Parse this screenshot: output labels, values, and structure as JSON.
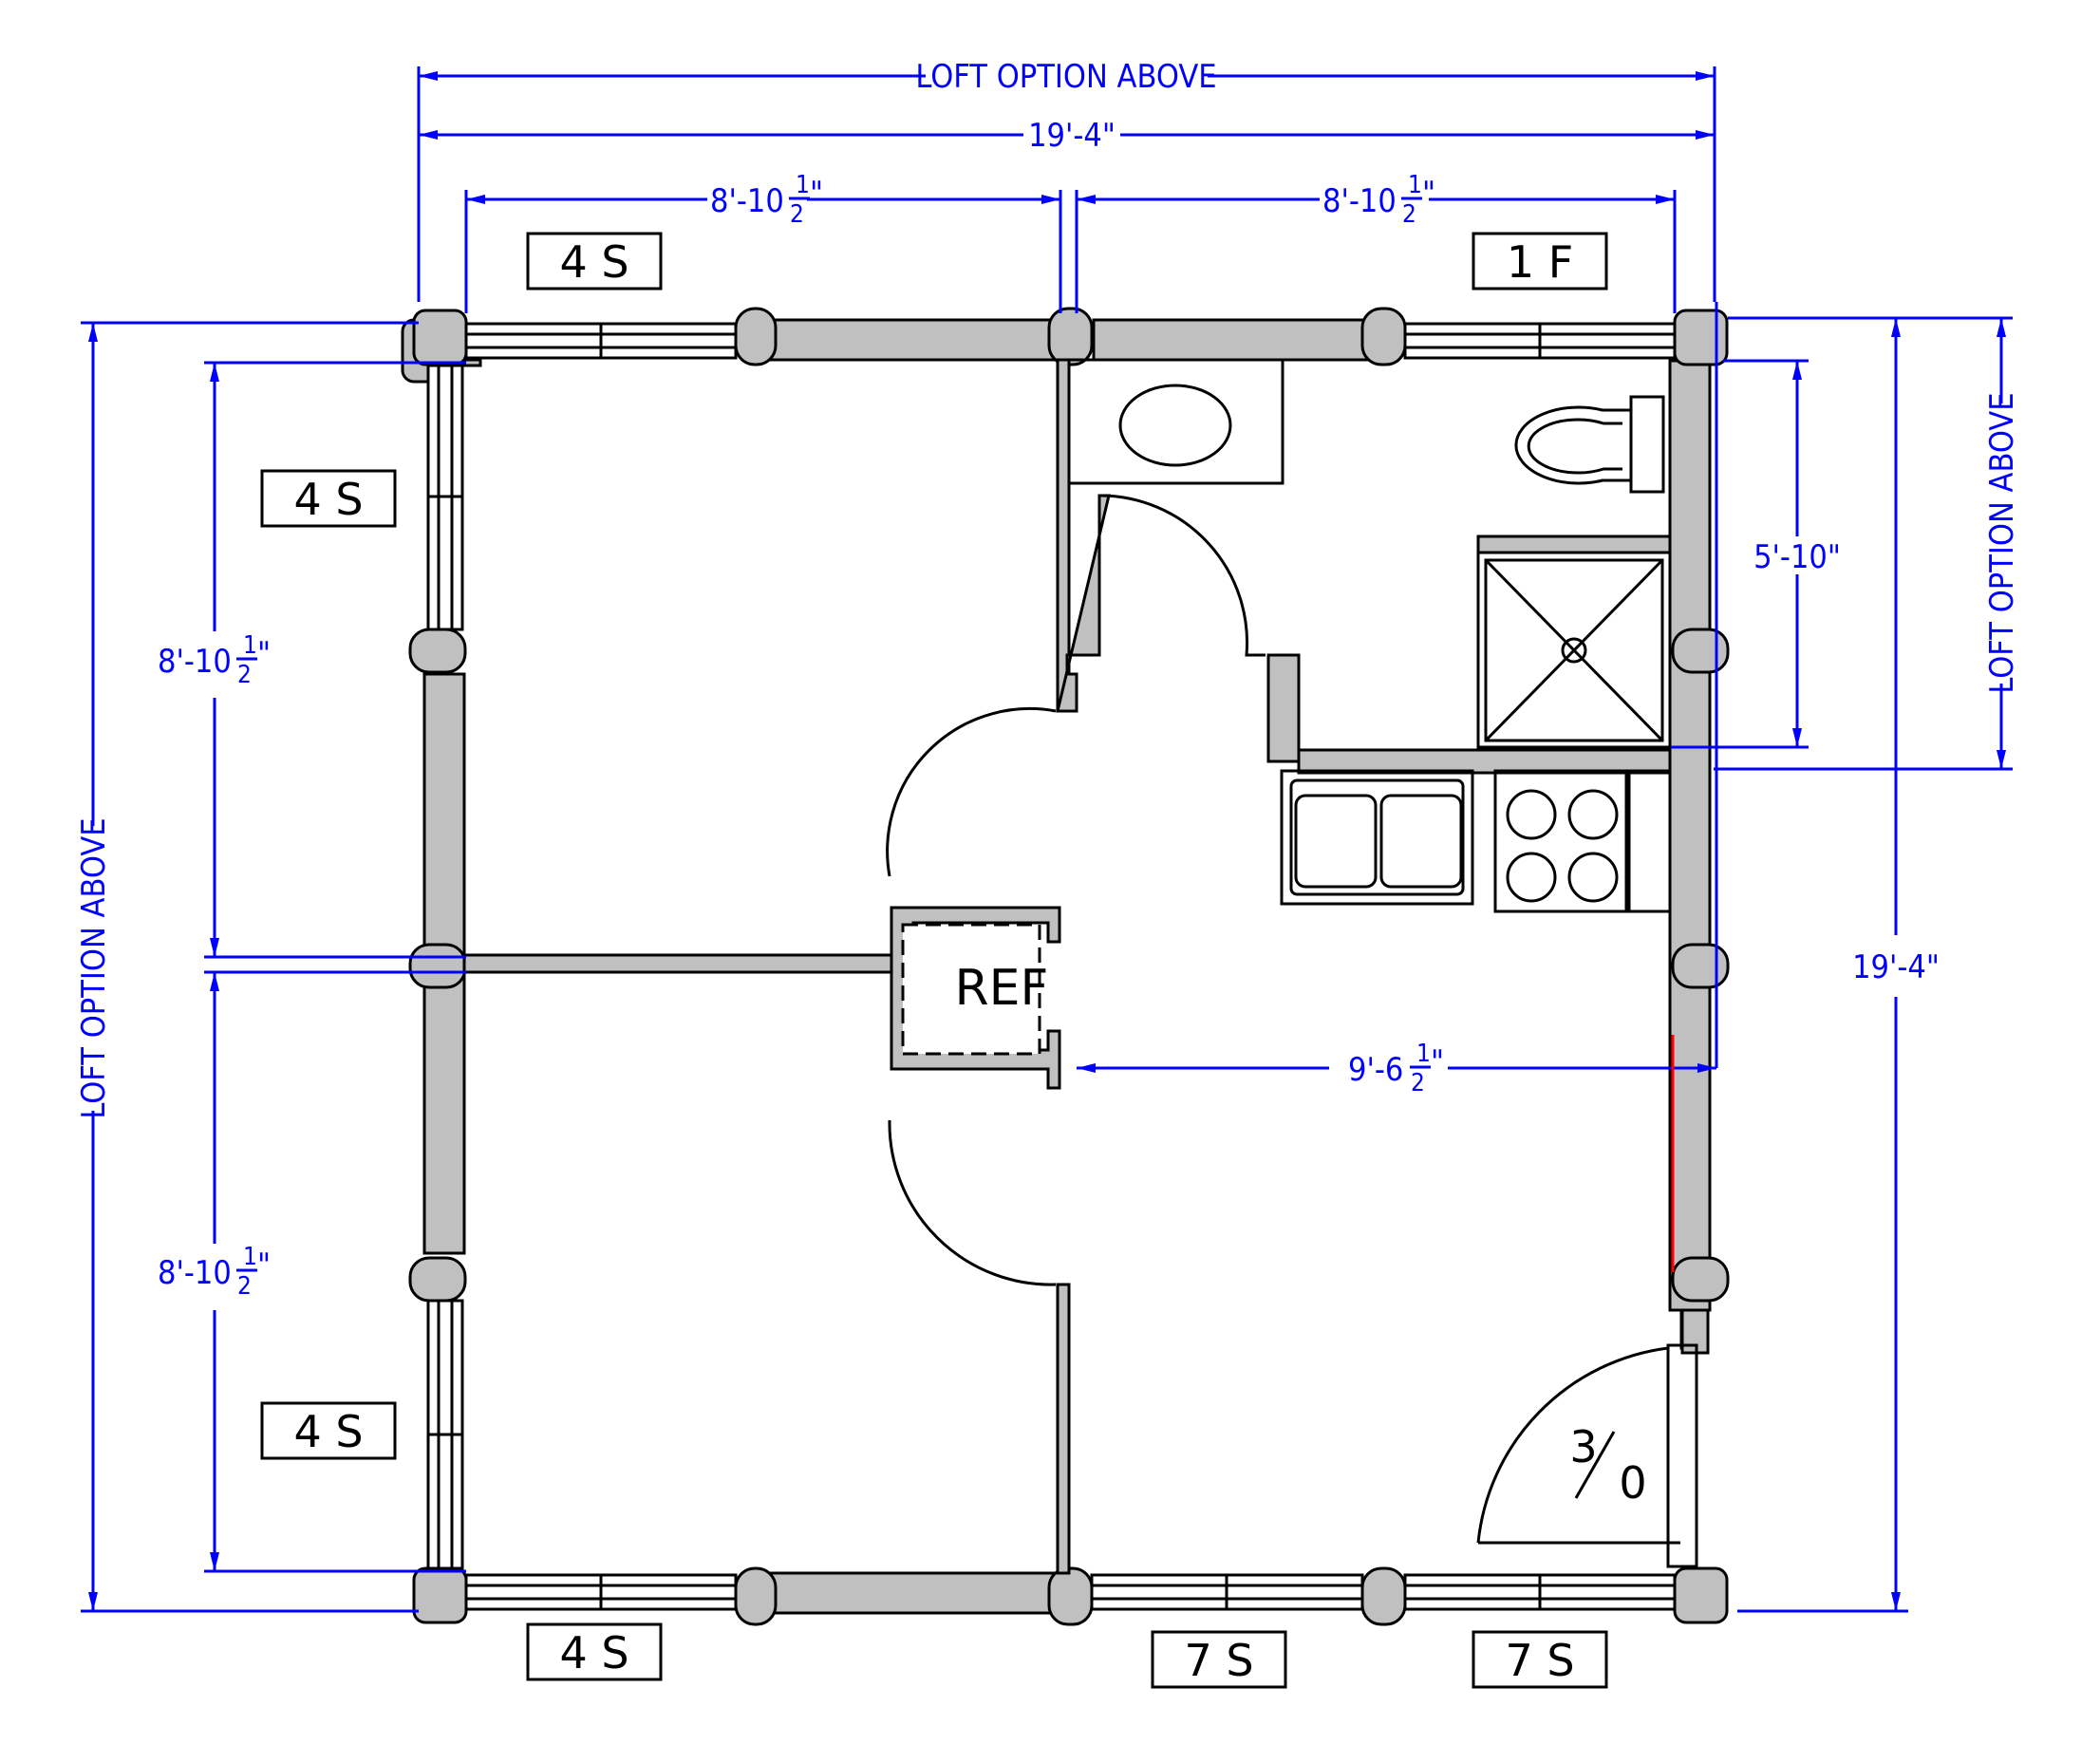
{
  "dimensions": {
    "loft_top": "LOFT OPTION ABOVE",
    "overall_width": "19'-4\"",
    "left_room_width": "8'-10",
    "left_room_frac_num": "1",
    "left_room_frac_den": "2",
    "left_room_inch": "\"",
    "right_room_width": "8'-10",
    "right_room_frac_num": "1",
    "right_room_frac_den": "2",
    "right_room_inch": "\"",
    "loft_left": "LOFT OPTION ABOVE",
    "left_upper_height": "8'-10",
    "left_upper_frac_num": "1",
    "left_upper_frac_den": "2",
    "left_upper_inch": "\"",
    "left_lower_height": "8'-10",
    "left_lower_frac_num": "1",
    "left_lower_frac_den": "2",
    "left_lower_inch": "\"",
    "bath_height": "5'-10\"",
    "loft_right": "LOFT OPTION ABOVE",
    "overall_height": "19'-4\"",
    "kitchen_width": "9'-6",
    "kitchen_frac_num": "1",
    "kitchen_frac_den": "2",
    "kitchen_inch": "\""
  },
  "windows": {
    "top_left": "4 S",
    "top_right": "1 F",
    "left_upper": "4 S",
    "left_lower": "4 S",
    "bottom_left": "4 S",
    "bottom_mid": "7 S",
    "bottom_right": "7 S"
  },
  "fixtures": {
    "refrigerator": "REF"
  },
  "door": {
    "size_num": "3",
    "size_den": "0"
  }
}
